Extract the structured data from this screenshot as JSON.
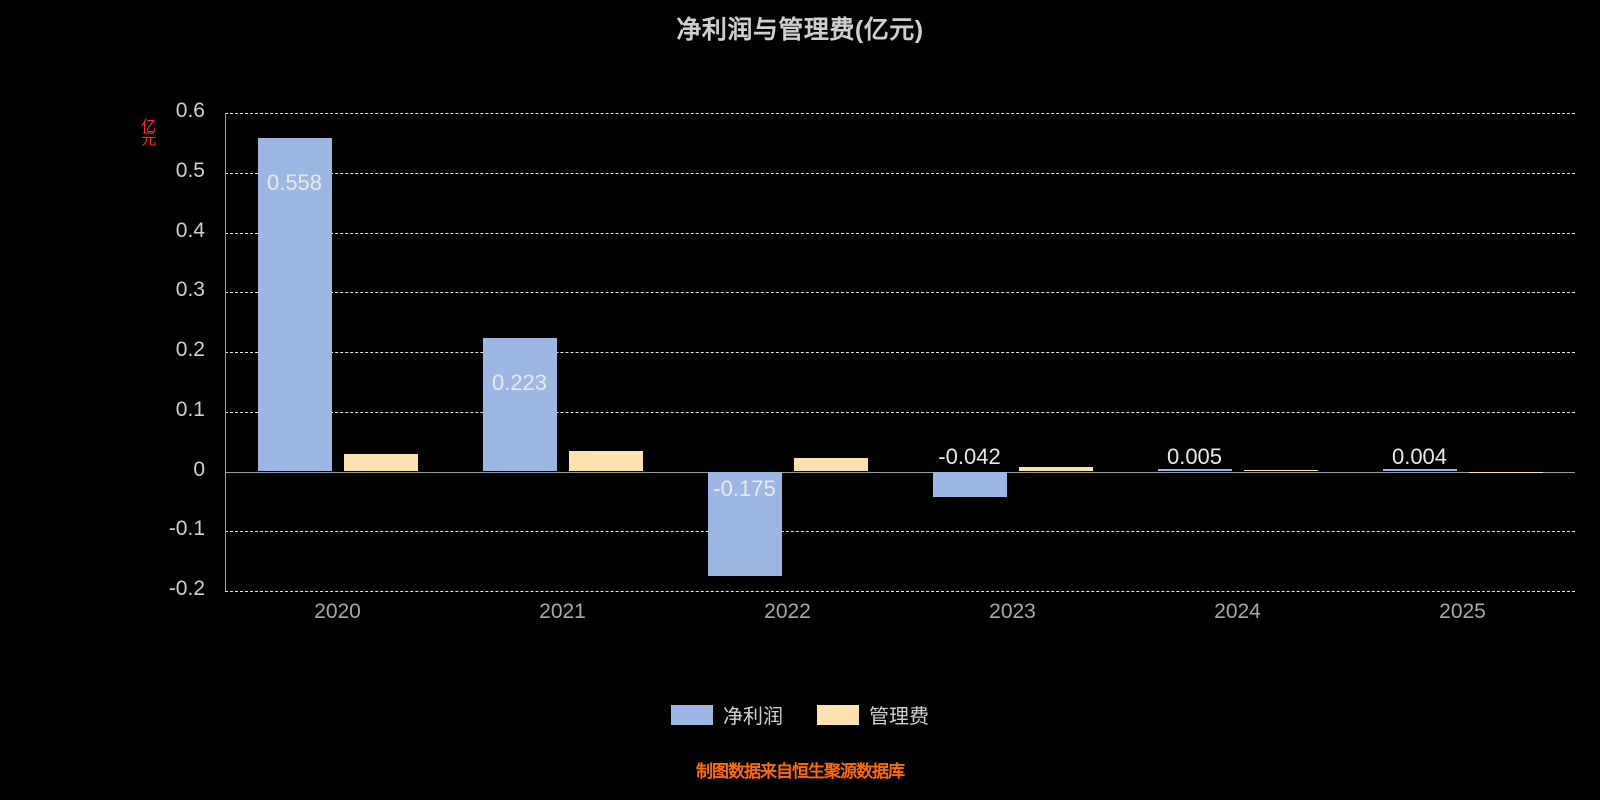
{
  "chart_data": {
    "type": "bar",
    "title": "净利润与管理费(亿元)",
    "xlabel": "",
    "ylabel": "亿元",
    "categories": [
      "2020",
      "2021",
      "2022",
      "2023",
      "2024",
      "2025"
    ],
    "series": [
      {
        "name": "净利润",
        "color": "#9cb7e3",
        "values": [
          0.558,
          0.223,
          -0.175,
          -0.042,
          0.005,
          0.004
        ],
        "labels": [
          "0.558",
          "0.223",
          "-0.175",
          "-0.042",
          "0.005",
          "0.004"
        ]
      },
      {
        "name": "管理费",
        "color": "#fde2b0",
        "values": [
          0.03,
          0.034,
          0.023,
          0.008,
          0.003,
          0.0
        ],
        "labels": [
          "",
          "",
          "",
          "",
          "",
          ""
        ]
      }
    ],
    "ylim": [
      -0.2,
      0.6
    ],
    "yticks": [
      "0.6",
      "0.5",
      "0.4",
      "0.3",
      "0.2",
      "0.1",
      "0",
      "-0.1",
      "-0.2"
    ],
    "grid": true,
    "legend_position": "bottom"
  },
  "footnote": "制图数据来自恒生聚源数据库"
}
